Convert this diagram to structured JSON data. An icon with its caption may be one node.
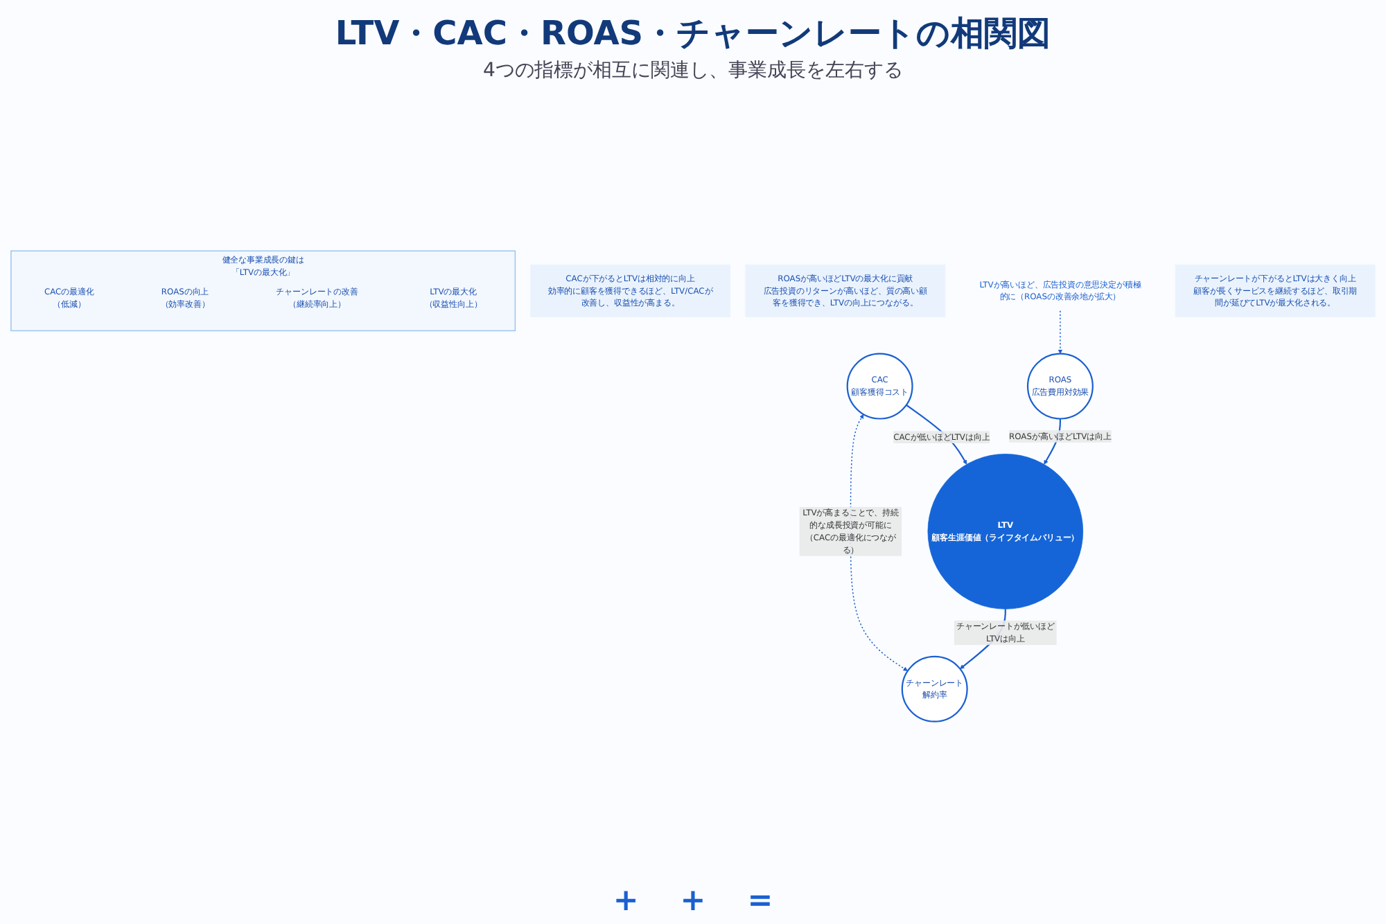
{
  "diagram": {
    "title": "LTV・CAC・ROAS・チャーンレートの相関図",
    "caption": "4つの指標が相互に関連し、事業成長を左右する",
    "nodes": [
      {
        "text": [
          "CACが下がるとLTVは相対的に向上",
          "効率的に顧客を獲得できるほど、LTV/CACが改善し、収益性が高まる。"
        ]
      },
      {
        "text": [
          "CAC",
          "顧客獲得コスト"
        ]
      },
      {
        "text": [
          "LTV",
          "顧客生涯価値（ライフタイムバリュー）"
        ]
      },
      {
        "text": [
          "ROAS",
          "広告費用対効果"
        ]
      },
      {
        "text": [
          "ROASが高いほどLTVの最大化に貢献",
          "広告投資のリターンが高いほど、質の高い顧客を獲得でき、LTVの向上につながる。"
        ]
      },
      {
        "text": [
          "LTVが高いほど、広告投資の意思決定が積極的に（ROASの改善余地が拡大）"
        ]
      },
      {
        "text": [
          "チャーンレート",
          "解約率"
        ]
      },
      {
        "text": [
          "チャーンレートが下がるとLTVは大きく向上",
          "顧客が長くサービスを継続するほど、取引期間が延びてLTVが最大化される。"
        ]
      },
      {
        "text": [
          "健全な事業成長の鍵は「LTVの最大化」"
        ]
      },
      {
        "text": [
          "CACの最適化",
          "（低減）"
        ],
        "in": 8
      },
      {
        "text": [
          "ROASの向上",
          "（効率改善）"
        ],
        "in": 8
      },
      {
        "text": [
          "チャーンレートの改善",
          "（継続率向上）"
        ],
        "in": 8
      },
      {
        "text": [
          "LTVの最大化",
          "（収益性向上）"
        ],
        "in": 8
      }
    ],
    "edges": [
      {
        "from": 1,
        "to": 2,
        "arrow": "to",
        "label": "CACが低いほどLTVは向上"
      },
      {
        "from": 3,
        "to": 2,
        "arrow": "to",
        "label": "ROASが高いほどLTVは向上"
      },
      {
        "from": 2,
        "to": 6,
        "arrow": "to",
        "label": "チャーンレートが低いほどLTVは向上"
      },
      {
        "from": 6,
        "to": 1,
        "arrow": "both",
        "label": "LTVが高まることで、持続的な成長投資が可能に（CACの最適化につながる）",
        "style": "dashed"
      },
      {
        "from": 5,
        "to": 3,
        "arrow": "to",
        "style": "dashed"
      }
    ],
    "labels": [
      "+",
      "+",
      "="
    ]
  }
}
